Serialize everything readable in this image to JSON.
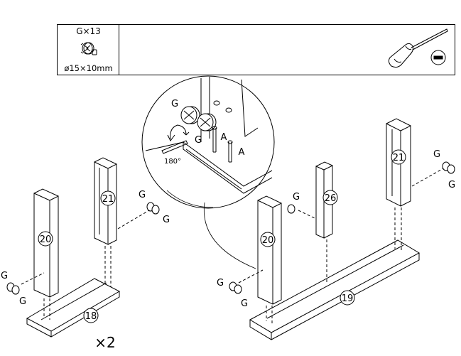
{
  "header": {
    "part_code": "G×13",
    "part_size": "ø15×10mm",
    "part_icon": "cam-lock-icon",
    "tool_icon": "flathead-screwdriver-icon"
  },
  "detail": {
    "label_g_1": "G",
    "label_g_2": "G",
    "label_a_1": "A",
    "label_a_2": "A",
    "rotation": "180°"
  },
  "left_assembly": {
    "panel_20": "20",
    "panel_21": "21",
    "base_18": "18",
    "multiplier": "×2",
    "g_labels": [
      "G",
      "G",
      "G",
      "G"
    ]
  },
  "right_assembly": {
    "panel_20": "20",
    "panel_26": "26",
    "panel_21": "21",
    "base_19": "19",
    "g_labels": [
      "G",
      "G",
      "G",
      "G",
      "G"
    ]
  }
}
